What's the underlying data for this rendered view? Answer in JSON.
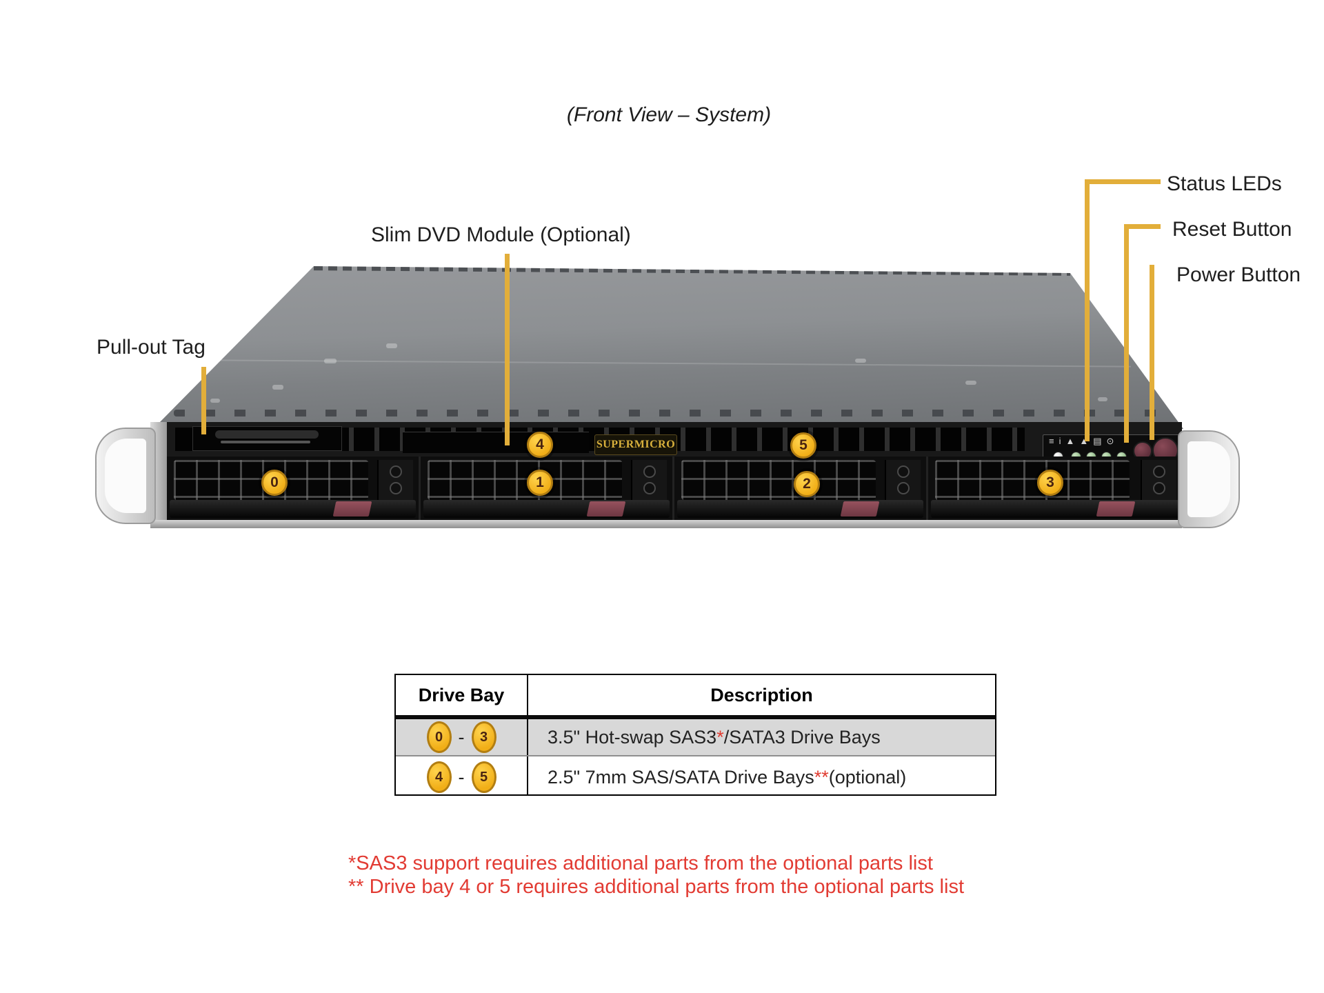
{
  "title": "(Front View – System)",
  "callouts": {
    "pull_out_tag": "Pull-out Tag",
    "slim_dvd": "Slim DVD Module (Optional)",
    "status_leds": "Status LEDs",
    "reset_button": "Reset Button",
    "power_button": "Power Button"
  },
  "chassis": {
    "logo": "SUPERMICRO",
    "markers": [
      "0",
      "1",
      "2",
      "3",
      "4",
      "5"
    ],
    "panel_icons": [
      {
        "name": "nic",
        "glyph": "≡"
      },
      {
        "name": "info",
        "glyph": "i"
      },
      {
        "name": "overheat",
        "glyph": "▲"
      },
      {
        "name": "power-fail",
        "glyph": "▲"
      },
      {
        "name": "hdd",
        "glyph": "▤"
      },
      {
        "name": "power",
        "glyph": "⊙"
      }
    ]
  },
  "table": {
    "headers": [
      "Drive Bay",
      "Description"
    ],
    "rows": [
      {
        "bay_start": "0",
        "sep": "-",
        "bay_end": "3",
        "desc_pre": "3.5\" Hot-swap SAS3",
        "star": "*",
        "desc_post": "/SATA3 Drive Bays"
      },
      {
        "bay_start": "4",
        "sep": "-",
        "bay_end": "5",
        "desc_pre": "2.5\" 7mm SAS/SATA Drive Bays",
        "star": "**",
        "desc_post": " (optional)"
      }
    ]
  },
  "footnotes": [
    "*SAS3 support requires additional parts from the optional parts list",
    "** Drive bay 4 or 5 requires additional parts from the optional parts list"
  ],
  "colors": {
    "callout_gold": "#E2AE3A",
    "marker_fill": "#F1AE17",
    "marker_border": "#B27E12",
    "footnote_red": "#E23B33",
    "table_row_gray": "#D8D8D8",
    "led_green": "#8db884",
    "button_maroon": "#6e3742"
  }
}
